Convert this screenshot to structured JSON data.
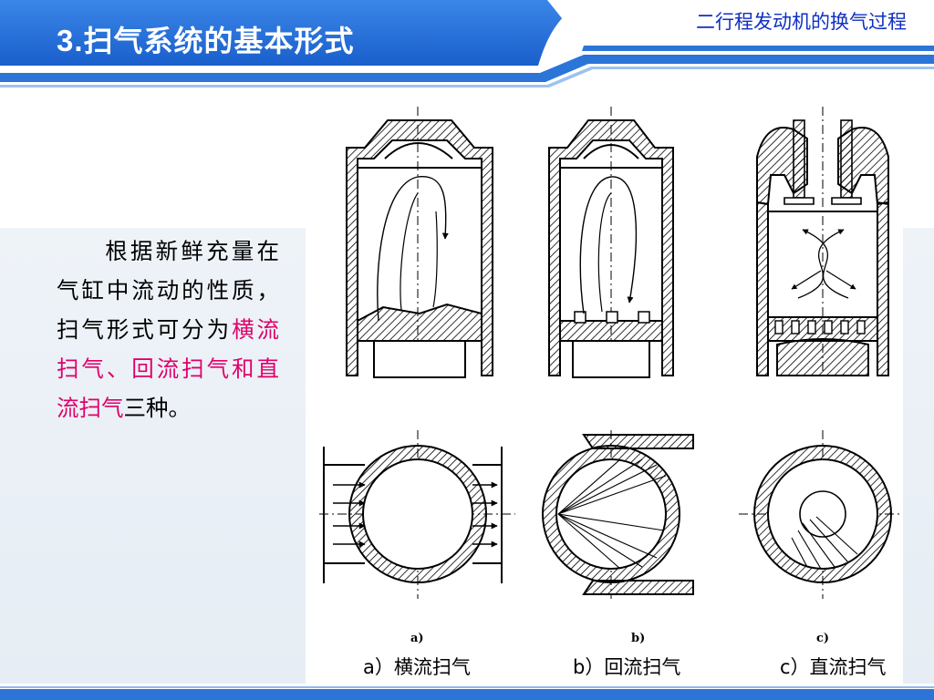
{
  "header": {
    "title_num": "3.",
    "title_text": "扫气系统的基本形式",
    "topic": "二行程发动机的换气过程"
  },
  "body": {
    "line_intro": "根据新鲜充量在气缸中流动的性质，扫气形式可分为",
    "highlight": "横流扫气、回流扫气和直流扫气",
    "line_outro": "三种。"
  },
  "figure": {
    "labels": [
      "a)",
      "b)",
      "c)"
    ]
  },
  "captions": [
    "a）横流扫气",
    "b）回流扫气",
    "c）直流扫气"
  ],
  "colors": {
    "header_blue": "#1f6fd8",
    "highlight": "#e0006a",
    "topic": "#1030c0"
  }
}
